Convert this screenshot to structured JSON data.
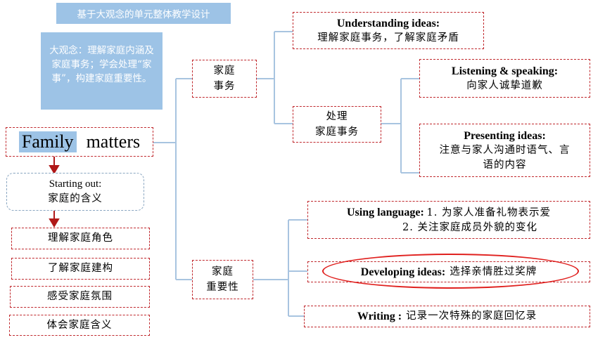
{
  "header": {
    "title": "基于大观念的单元整体教学设计",
    "big_idea": "大观念：理解家庭内涵及家庭事务；学会处理“家事”，构建家庭重要性。"
  },
  "root": {
    "word1": "Family",
    "word2": "matters"
  },
  "starting": {
    "en": "Starting out:",
    "zh": "家庭的含义"
  },
  "left_items": [
    "理解家庭角色",
    "了解家庭建构",
    "感受家庭氛围",
    "体会家庭含义"
  ],
  "branch_affairs": {
    "line1": "家庭",
    "line2": "事务"
  },
  "understanding": {
    "en": "Understanding ideas:",
    "zh": "理解家庭事务，了解家庭矛盾"
  },
  "handle": {
    "line1": "处理",
    "line2": "家庭事务"
  },
  "listening": {
    "en": "Listening & speaking:",
    "zh": "向家人诚挚道歉"
  },
  "presenting": {
    "en": "Presenting ideas:",
    "zh1": "注意与家人沟通时语气、言",
    "zh2": "语的内容"
  },
  "branch_importance": {
    "line1": "家庭",
    "line2": "重要性"
  },
  "using": {
    "en": "Using language:",
    "item1": "1. 为家人准备礼物表示爱",
    "item2": "2. 关注家庭成员外貌的变化"
  },
  "developing": {
    "en": "Developing ideas:",
    "zh": "选择亲情胜过奖牌"
  },
  "writing": {
    "en": "Writing :",
    "zh": "记录一次特殊的家庭回忆录"
  },
  "colors": {
    "dash_red": "#c0282d",
    "connector_blue": "#a8c4e0",
    "header_blue": "#9dc3e6",
    "highlight_ellipse": "#e0201e",
    "arrow_red": "#b01818"
  }
}
